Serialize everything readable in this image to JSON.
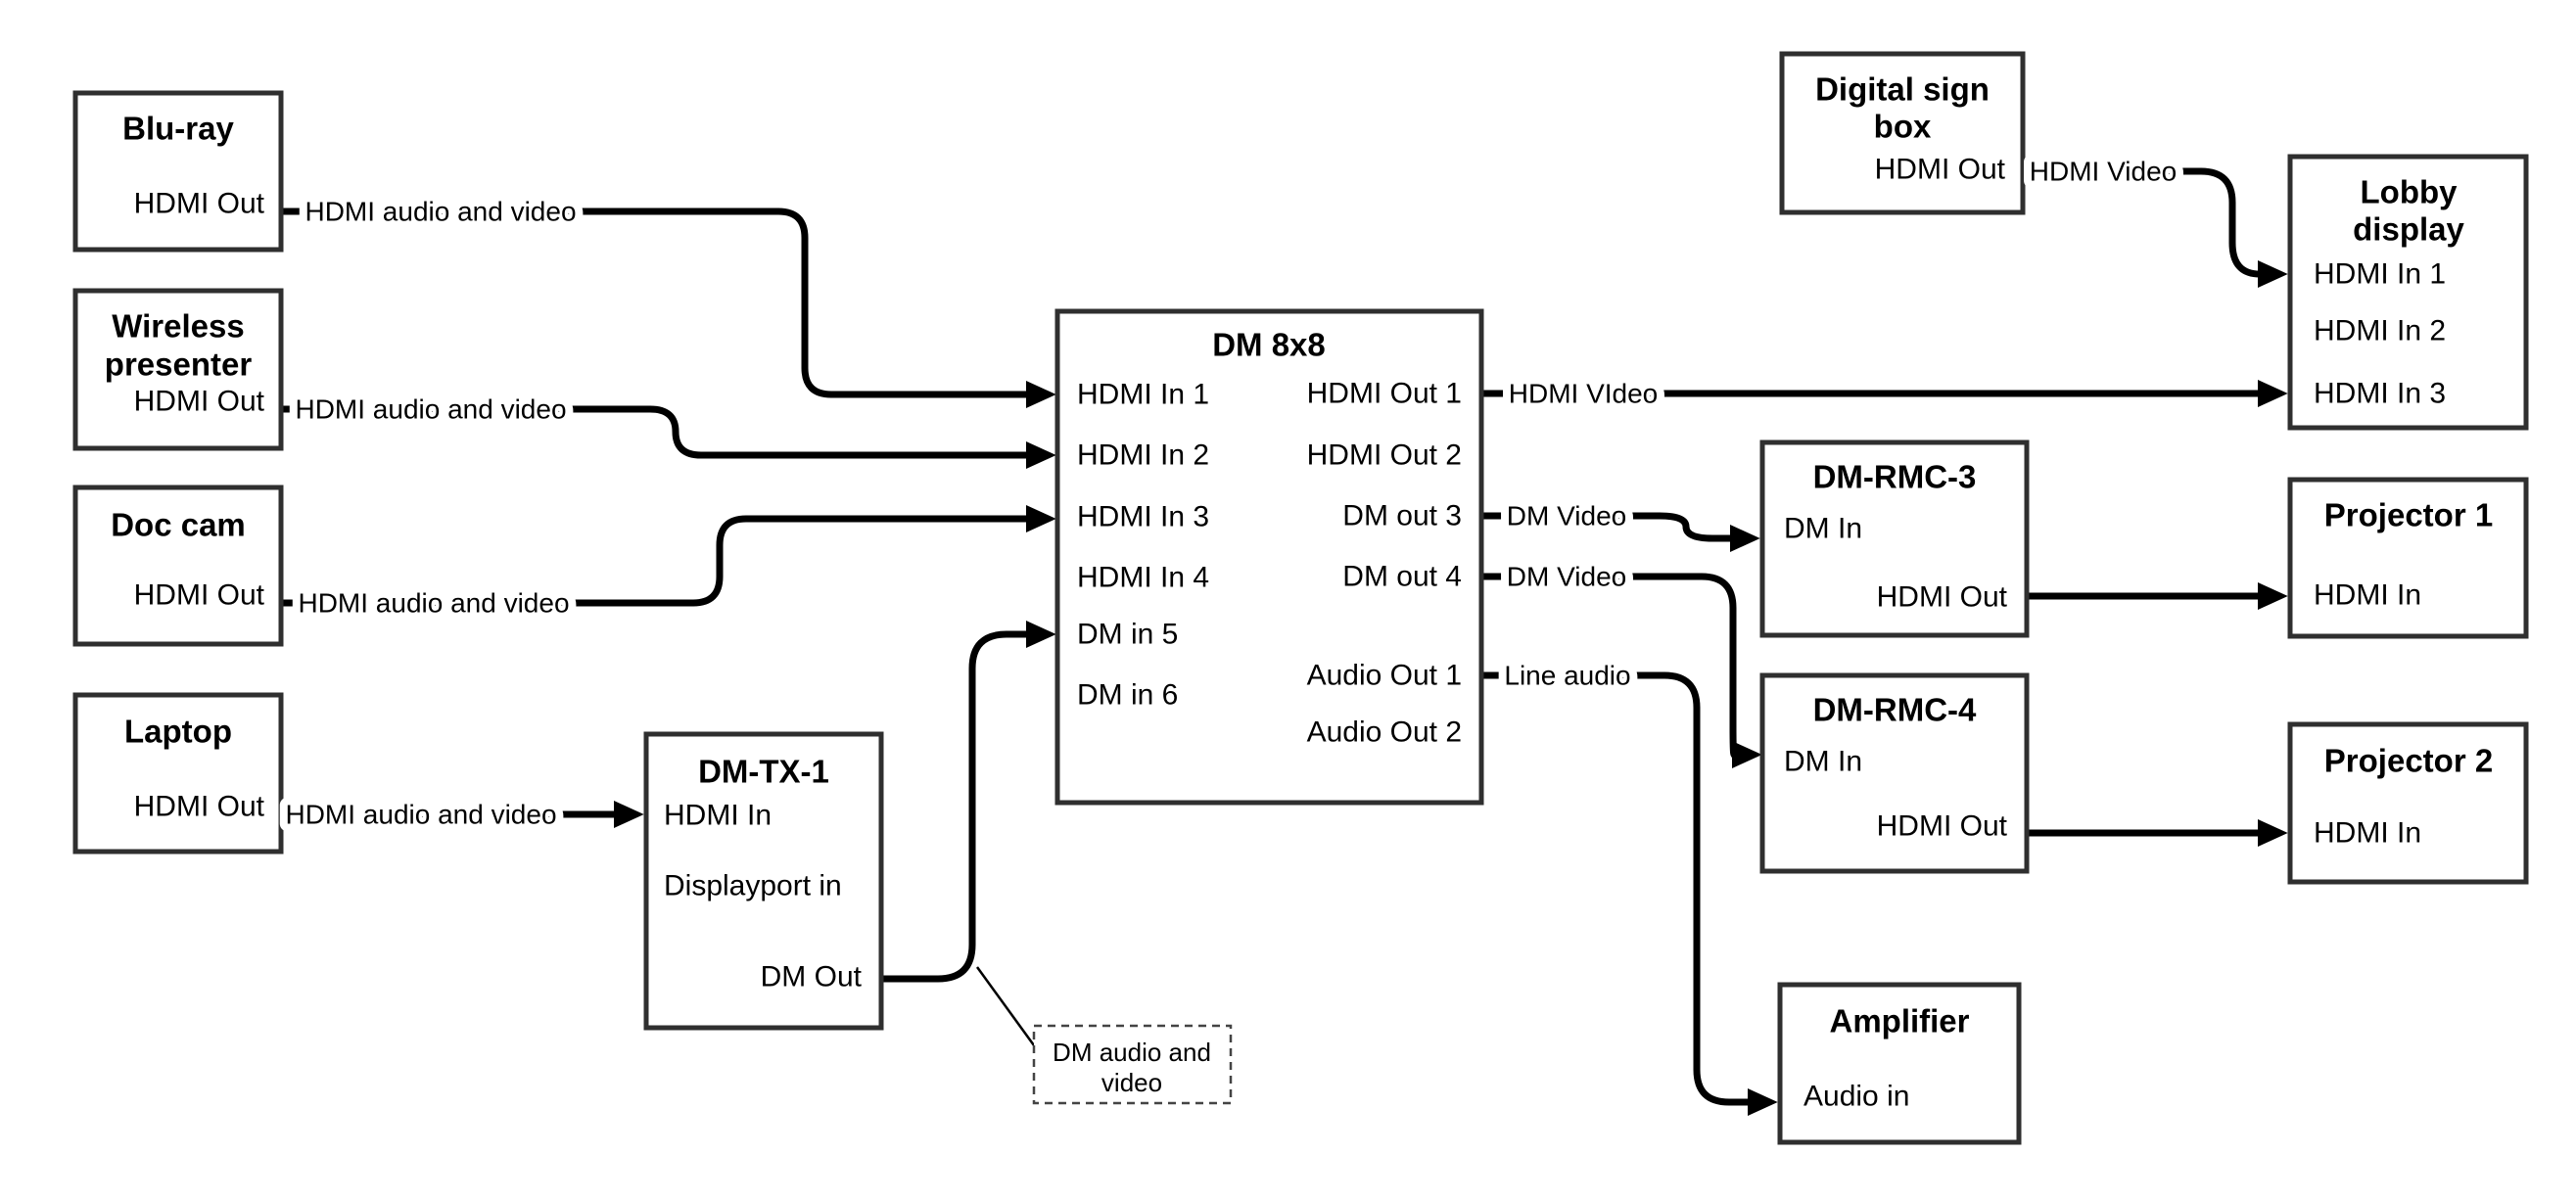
{
  "colors": {
    "background": "#ffffff",
    "box_border": "#2f2f2f",
    "line": "#000000",
    "text": "#000000"
  },
  "nodes": {
    "bluray": {
      "title": "Blu-ray",
      "hdmi_out": "HDMI Out"
    },
    "wireless": {
      "title_line1": "Wireless",
      "title_line2": "presenter",
      "hdmi_out": "HDMI Out"
    },
    "doccam": {
      "title": "Doc cam",
      "hdmi_out": "HDMI Out"
    },
    "laptop": {
      "title": "Laptop",
      "hdmi_out": "HDMI Out"
    },
    "dmtx1": {
      "title": "DM-TX-1",
      "hdmi_in": "HDMI In",
      "displayport_in": "Displayport in",
      "dm_out": "DM Out"
    },
    "dm8x8": {
      "title": "DM 8x8",
      "hdmi_in_1": "HDMI In 1",
      "hdmi_in_2": "HDMI In 2",
      "hdmi_in_3": "HDMI In 3",
      "hdmi_in_4": "HDMI In 4",
      "dm_in_5": "DM in 5",
      "dm_in_6": "DM in 6",
      "hdmi_out_1": "HDMI Out 1",
      "hdmi_out_2": "HDMI Out 2",
      "dm_out_3": "DM out 3",
      "dm_out_4": "DM out 4",
      "audio_out_1": "Audio Out 1",
      "audio_out_2": "Audio Out 2"
    },
    "signbox": {
      "title_line1": "Digital sign",
      "title_line2": "box",
      "hdmi_out": "HDMI Out"
    },
    "lobby": {
      "title_line1": "Lobby",
      "title_line2": "display",
      "hdmi_in_1": "HDMI In 1",
      "hdmi_in_2": "HDMI In 2",
      "hdmi_in_3": "HDMI In 3"
    },
    "rmc3": {
      "title": "DM-RMC-3",
      "dm_in": "DM In",
      "hdmi_out": "HDMI Out"
    },
    "rmc4": {
      "title": "DM-RMC-4",
      "dm_in": "DM In",
      "hdmi_out": "HDMI Out"
    },
    "proj1": {
      "title": "Projector 1",
      "hdmi_in": "HDMI In"
    },
    "proj2": {
      "title": "Projector 2",
      "hdmi_in": "HDMI In"
    },
    "amp": {
      "title": "Amplifier",
      "audio_in": "Audio in"
    }
  },
  "edge_labels": {
    "bluray": "HDMI audio and video",
    "wireless": "HDMI audio and video",
    "doccam": "HDMI audio and video",
    "laptop": "HDMI audio and video",
    "dm8x8_out1": "HDMI VIdeo",
    "signbox": "HDMI Video",
    "dm8x8_out3": "DM Video",
    "dm8x8_out4": "DM Video",
    "dm8x8_audio1": "Line audio"
  },
  "annotation": {
    "line1": "DM audio and",
    "line2": "video"
  }
}
